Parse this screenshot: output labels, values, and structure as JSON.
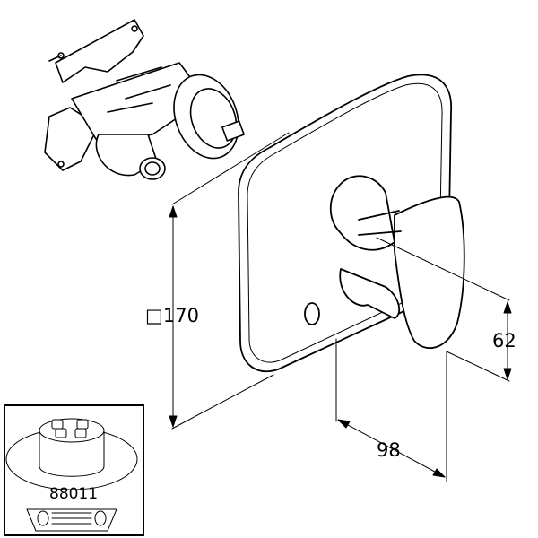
{
  "dimensions": {
    "width_height": "□170",
    "height_handle": "62",
    "depth": "98"
  },
  "inset": {
    "part_number": "88011"
  },
  "colors": {
    "line": "#000000",
    "background": "#ffffff"
  }
}
